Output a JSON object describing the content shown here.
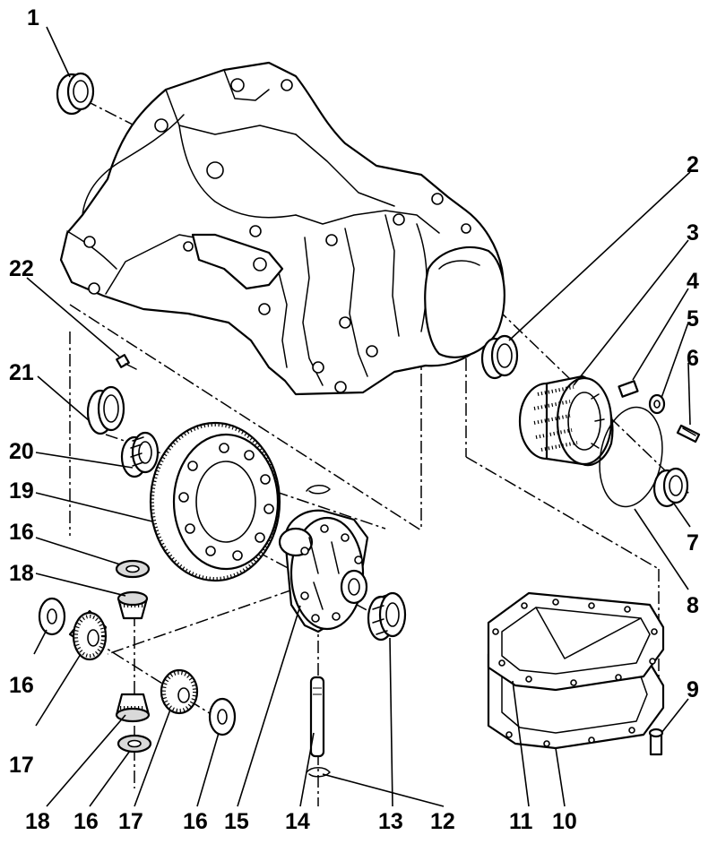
{
  "callouts": {
    "c1": "1",
    "c2": "2",
    "c3": "3",
    "c4": "4",
    "c5": "5",
    "c6": "6",
    "c7": "7",
    "c8": "8",
    "c9": "9",
    "c10": "10",
    "c11": "11",
    "c12": "12",
    "c13": "13",
    "c14": "14",
    "c15": "15",
    "c16a": "16",
    "c16b": "16",
    "c16c": "16",
    "c16d": "16",
    "c17a": "17",
    "c17b": "17",
    "c18a": "18",
    "c18b": "18",
    "c19": "19",
    "c20": "20",
    "c21": "21",
    "c22": "22"
  }
}
